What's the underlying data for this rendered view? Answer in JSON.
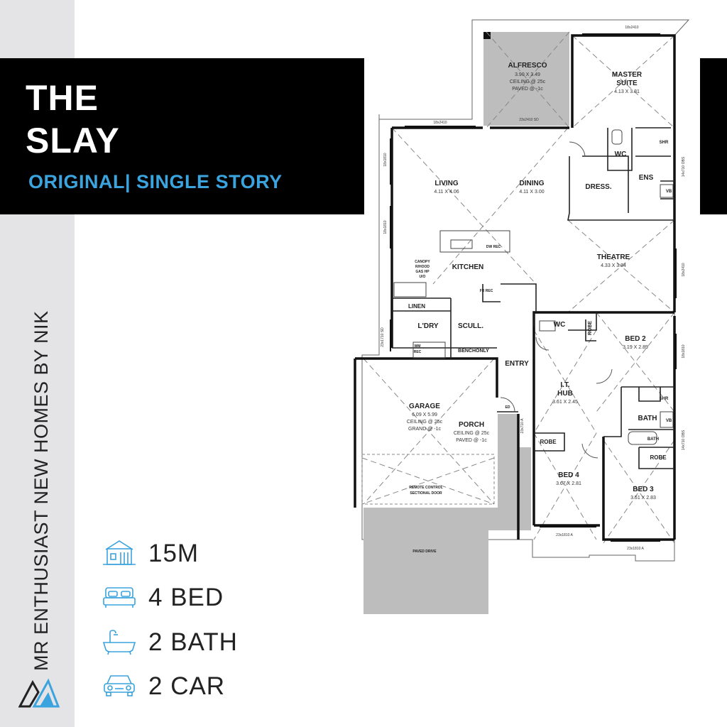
{
  "brand": {
    "side_text": "MR ENTHUSIAST NEW HOMES BY NIK",
    "accent_color": "#3ba3dd",
    "title_bg": "#000000",
    "strip_color": "#e4e4e6"
  },
  "header": {
    "title_line1": "THE",
    "title_line2": "SLAY",
    "subtitle": "ORIGINAL| SINGLE STORY"
  },
  "features": [
    {
      "icon": "house-frontage-icon",
      "label": "15M"
    },
    {
      "icon": "bed-icon",
      "label": "4 BED"
    },
    {
      "icon": "bathtub-icon",
      "label": "2 BATH"
    },
    {
      "icon": "car-icon",
      "label": "2 CAR"
    }
  ],
  "floorplan": {
    "rooms": {
      "alfresco": {
        "name": "ALFRESCO",
        "size": "3.90 X 3.49",
        "note1": "CEILING @ 25c",
        "note2": "PAVED @ -1c"
      },
      "master": {
        "name1": "MASTER",
        "name2": "SUITE",
        "size": "4.13 X 3.81"
      },
      "wc_ens": "WC",
      "shr_ens": "SHR",
      "ens": "ENS",
      "vb_ens": "VB",
      "dress": "DRESS.",
      "living": {
        "name": "LIVING",
        "size": "4.11 X 4.06"
      },
      "dining": {
        "name": "DINING",
        "size": "4.11 X 3.00"
      },
      "kitchen": "KITCHEN",
      "dw_rec": "DW REC",
      "fr_rec": "FR REC",
      "canopy": [
        "CANOPY",
        "R/HOOD",
        "GAS HP",
        "U/O"
      ],
      "theatre": {
        "name": "THEATRE",
        "size": "4.33 X 3.94"
      },
      "linen": "LINEN",
      "ldry": "L'DRY",
      "scull": "SCULL.",
      "wm_rec": [
        "WM",
        "REC"
      ],
      "benchonly": "BENCHONLY",
      "wc_hall": "WC",
      "robe_bed2": "ROBE",
      "bed2": {
        "name": "BED 2",
        "size": "3.19 X 2.89"
      },
      "entry": "ENTRY",
      "it_hub": {
        "name1": "I.T.",
        "name2": "HUB",
        "size": "3.61 X 2.45"
      },
      "garage": {
        "name": "GARAGE",
        "size": "6.09 X 5.99",
        "note1": "CEILING @ 25c",
        "note2": "GRAND @ -1c"
      },
      "porch": {
        "name": "PORCH",
        "note1": "CEILING @ 25c",
        "note2": "PAVED @ -1c"
      },
      "remote": [
        "REMOTE CONTROL",
        "SECTIONAL DOOR"
      ],
      "paved_drive": "PAVED DRIVE",
      "robe_bed4": "ROBE",
      "bed4": {
        "name": "BED 4",
        "size": "3.67 X 2.81"
      },
      "shr_bath": "SHR",
      "bath": "BATH",
      "bath_tub": "BATH",
      "vb_bath": "VB",
      "robe_bed3": "ROBE",
      "bed3": {
        "name": "BED 3",
        "size": "3.51 X 2.83"
      },
      "ed": "ED"
    },
    "window_codes": {
      "top_master": "18x2410",
      "top_living": "18x2410",
      "alfresco_door": "23x2410 SD",
      "bottom_bed4": "23x1810 A",
      "bottom_bed3": "23x1810 A",
      "left_living1": "18x1810",
      "left_living2": "18x1810",
      "left_ldry": "23x1710 SD",
      "right_theatre": "18x2410",
      "right_bed2": "18x1810",
      "right_master": "14x710 OBS",
      "right_bath": "14x710 OBS",
      "porch_window": "23x710 A"
    }
  }
}
